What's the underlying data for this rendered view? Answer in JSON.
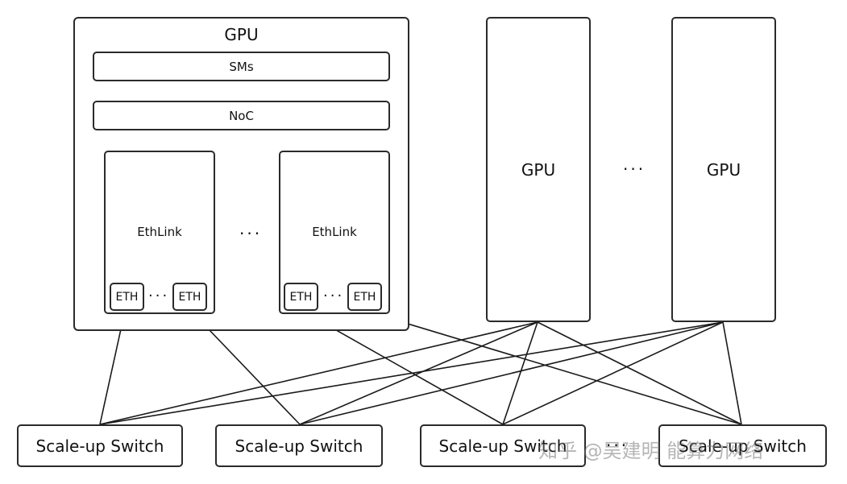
{
  "main_gpu": {
    "title": "GPU",
    "sms_label": "SMs",
    "noc_label": "NoC",
    "ethlinks": [
      {
        "label": "EthLink",
        "ports": [
          "ETH",
          "ETH"
        ]
      },
      {
        "label": "EthLink",
        "ports": [
          "ETH",
          "ETH"
        ]
      }
    ],
    "port_ellipsis": "···",
    "ethlink_ellipsis": "···"
  },
  "other_gpus": [
    {
      "label": "GPU"
    },
    {
      "label": "GPU"
    }
  ],
  "gpu_ellipsis": "···",
  "switches": [
    {
      "label": "Scale-up Switch"
    },
    {
      "label": "Scale-up Switch"
    },
    {
      "label": "Scale-up Switch"
    },
    {
      "label": "Scale-up Switch"
    }
  ],
  "switch_ellipsis": "···",
  "watermark": "知乎 @吴建明 能算力网络"
}
